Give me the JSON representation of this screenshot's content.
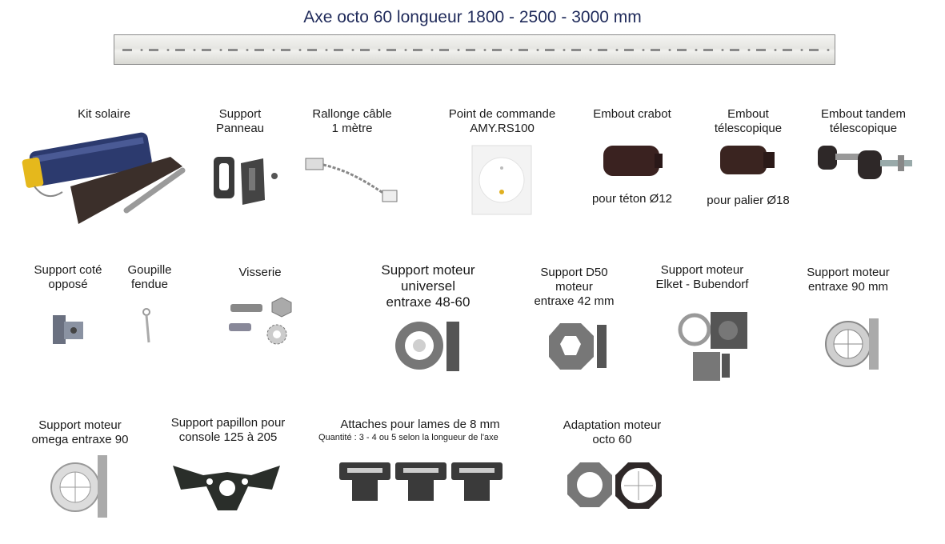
{
  "title": "Axe octo 60 longueur 1800 - 2500 - 3000 mm",
  "items": {
    "kit_solaire": {
      "line1": "Kit solaire"
    },
    "support_panneau": {
      "line1": "Support",
      "line2": "Panneau"
    },
    "rallonge": {
      "line1": "Rallonge câble",
      "line2": "1 mètre"
    },
    "point_commande": {
      "line1": "Point de commande",
      "line2": "AMY.RS100"
    },
    "embout_crabot": {
      "line1": "Embout crabot",
      "caption": "pour téton Ø12"
    },
    "embout_telescopique": {
      "line1": "Embout",
      "line2": "télescopique",
      "caption": "pour palier Ø18"
    },
    "embout_tandem": {
      "line1": "Embout tandem",
      "line2": "télescopique"
    },
    "support_oppose": {
      "line1": "Support coté",
      "line2": "opposé"
    },
    "goupille": {
      "line1": "Goupille",
      "line2": "fendue"
    },
    "visserie": {
      "line1": "Visserie"
    },
    "support_universel": {
      "line1": "Support moteur",
      "line2": "universel",
      "line3": "entraxe 48-60"
    },
    "support_d50": {
      "line1": "Support D50",
      "line2": "moteur",
      "line3": "entraxe 42 mm"
    },
    "support_elket": {
      "line1": "Support moteur",
      "line2": "Elket - Bubendorf"
    },
    "support_90": {
      "line1": "Support moteur",
      "line2": "entraxe 90 mm"
    },
    "support_omega": {
      "line1": "Support moteur",
      "line2": "omega entraxe 90"
    },
    "support_papillon": {
      "line1": "Support papillon pour",
      "line2": "console 125 à 205"
    },
    "attaches": {
      "line1": "Attaches pour lames de 8 mm",
      "note": "Quantité : 3 - 4 ou 5 selon la longueur de l'axe"
    },
    "adaptation": {
      "line1": "Adaptation moteur",
      "line2": "octo 60"
    }
  }
}
